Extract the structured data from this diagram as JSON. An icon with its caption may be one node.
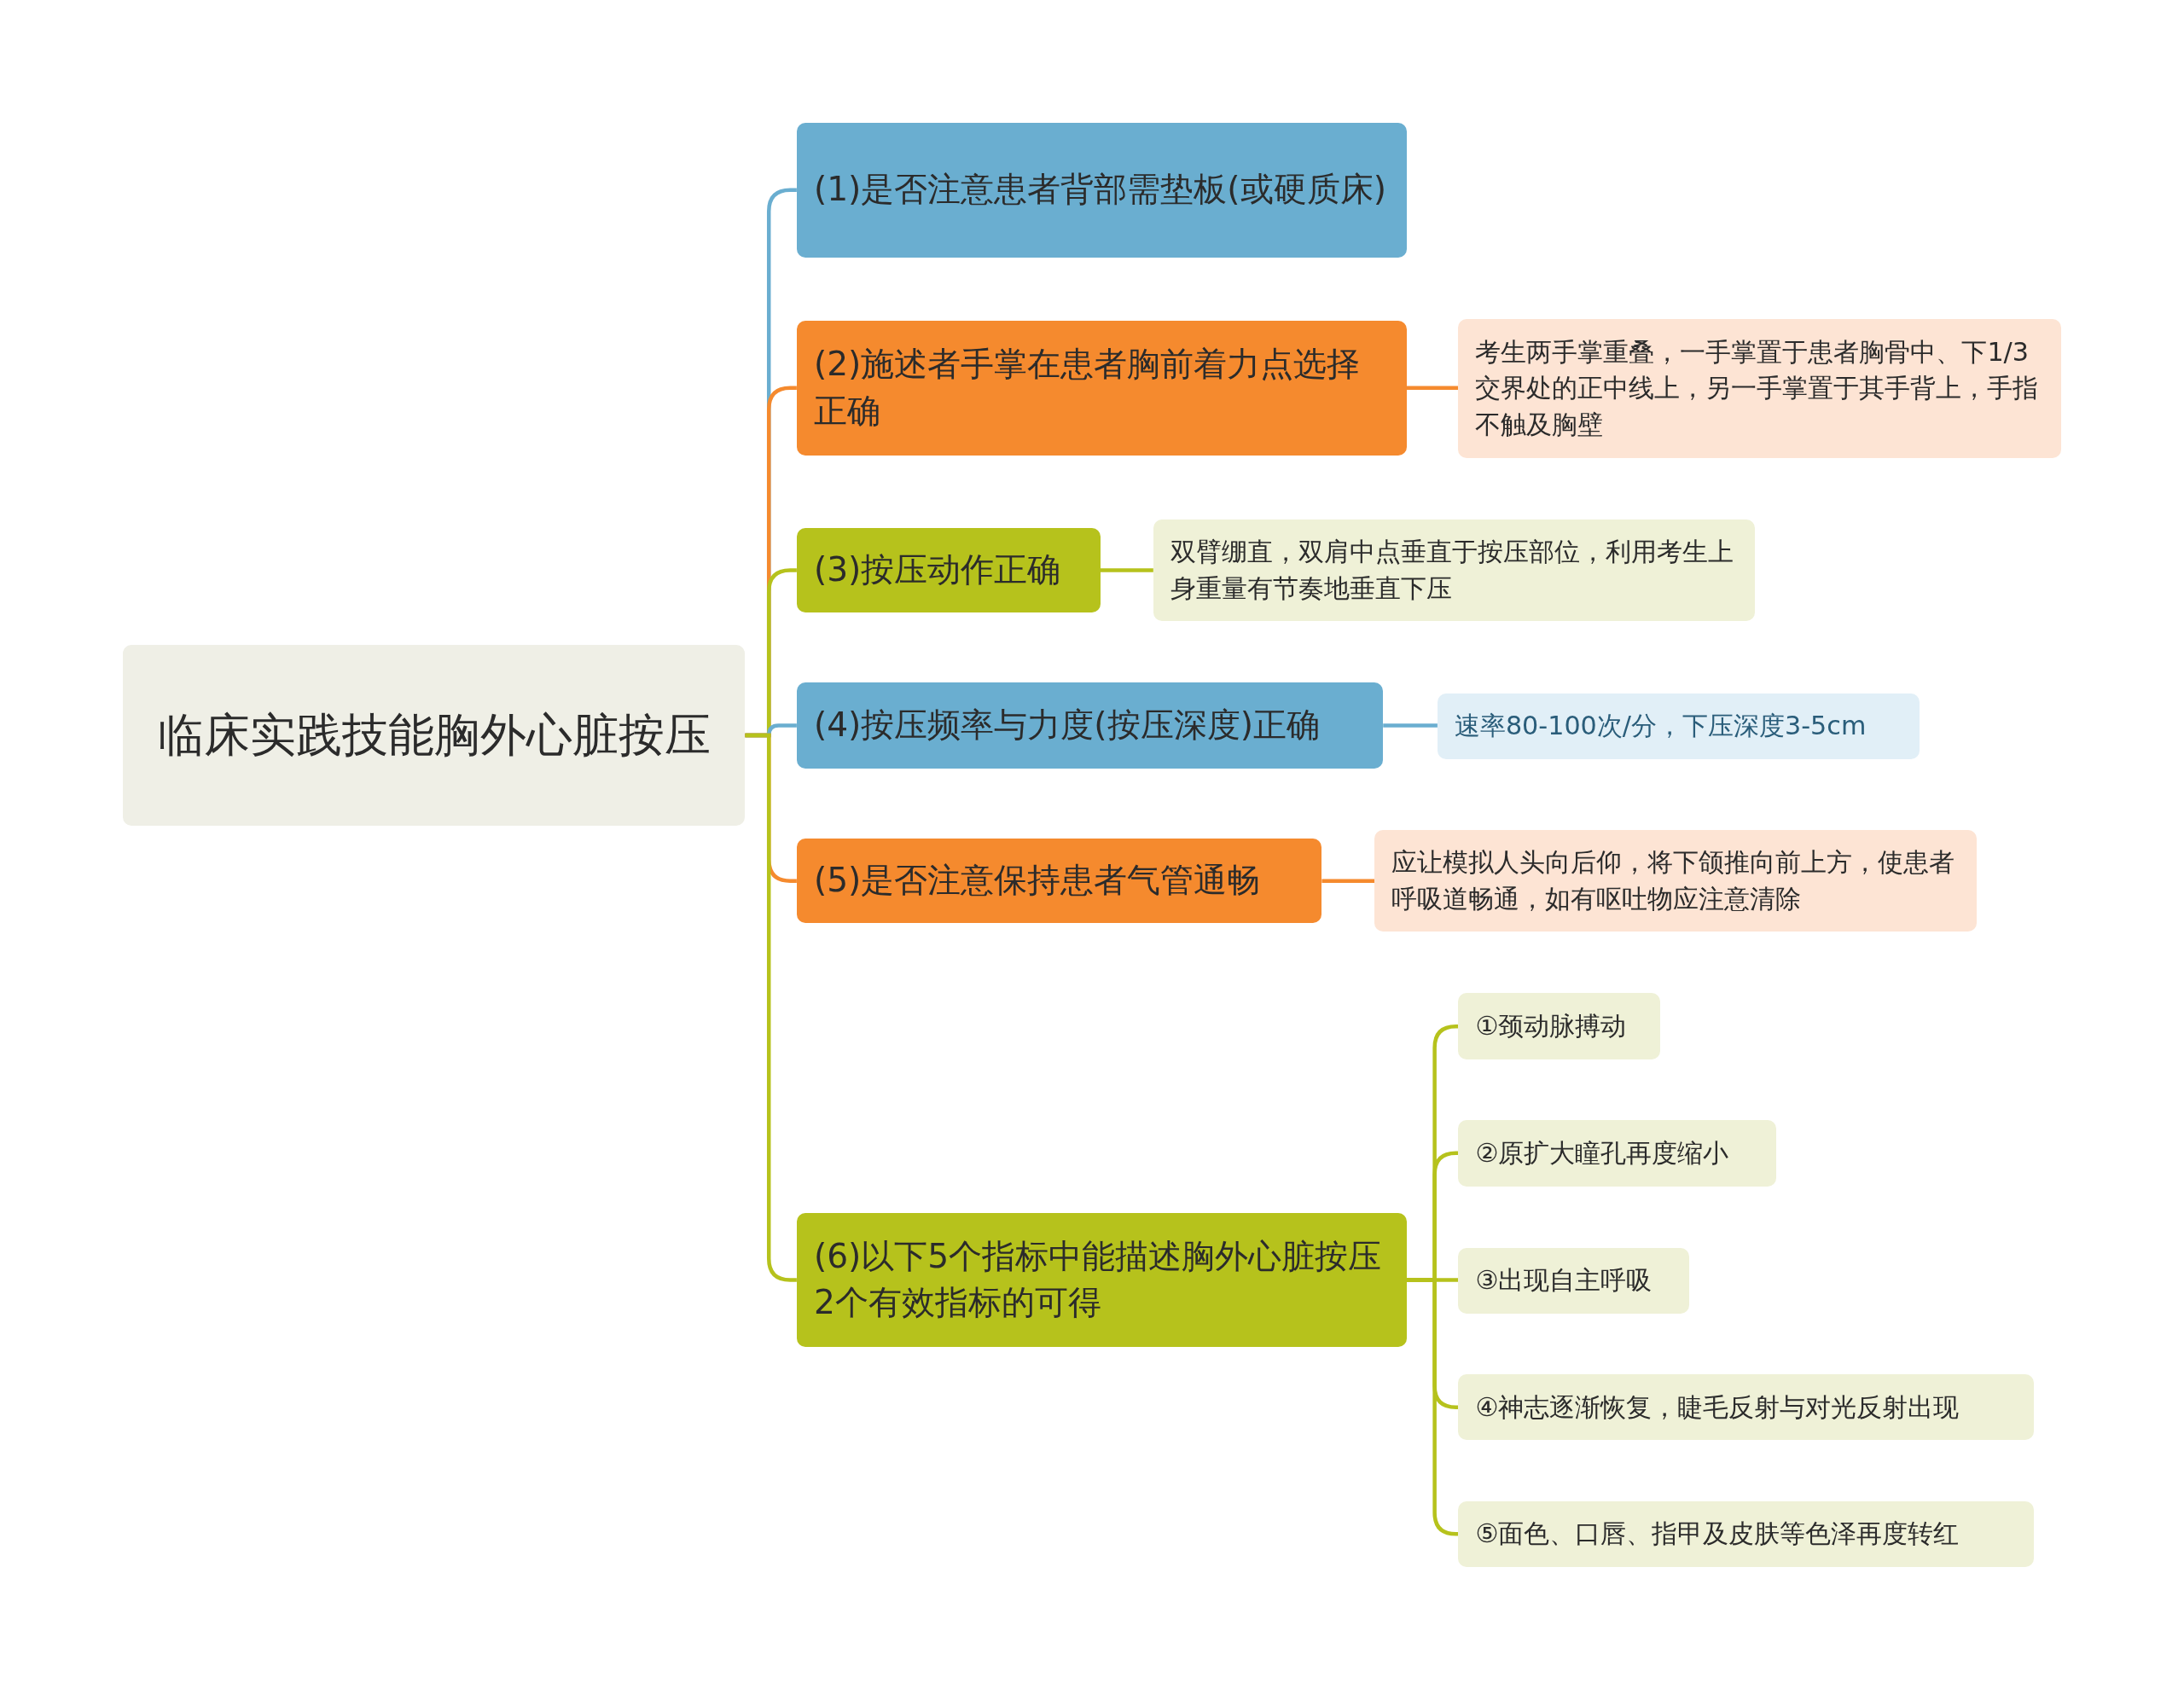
{
  "diagram": {
    "nodes": [
      {
        "text": [
          "临床实践技能胸外心脏按压"
        ]
      },
      {
        "text": [
          "(1)是否注意患者背部需垫板(或硬质床)"
        ]
      },
      {
        "text": [
          "(2)施述者手掌在患者胸前着力点选择正确"
        ]
      },
      {
        "text": [
          "考生两手掌重叠，一手掌置于患者胸骨中、下1/3交界处的正中线上，另一手掌置于其手背上，手指不触及胸壁"
        ]
      },
      {
        "text": [
          "(3)按压动作正确"
        ]
      },
      {
        "text": [
          "双臂绷直，双肩中点垂直于按压部位，利用考生上身重量有节奏地垂直下压"
        ]
      },
      {
        "text": [
          "(4)按压频率与力度(按压深度)正确"
        ]
      },
      {
        "text": [
          "速率80-100次/分，下压深度3-5cm"
        ]
      },
      {
        "text": [
          "(5)是否注意保持患者气管通畅"
        ]
      },
      {
        "text": [
          "应让模拟人头向后仰，将下颌推向前上方，使患者呼吸道畅通，如有呕吐物应注意清除"
        ]
      },
      {
        "text": [
          "(6)以下5个指标中能描述胸外心脏按压2个有效指标的可得"
        ]
      },
      {
        "text": [
          "①颈动脉搏动"
        ]
      },
      {
        "text": [
          "②原扩大瞳孔再度缩小"
        ]
      },
      {
        "text": [
          "③出现自主呼吸"
        ]
      },
      {
        "text": [
          "④神志逐渐恢复，睫毛反射与对光反射出现"
        ]
      },
      {
        "text": [
          "⑤面色、口唇、指甲及皮肤等色泽再度转红"
        ]
      }
    ],
    "edges": [
      {
        "from": 0,
        "to": 1,
        "arrow": "none",
        "color": "#6aaed0"
      },
      {
        "from": 0,
        "to": 2,
        "arrow": "none",
        "color": "#f58a2e"
      },
      {
        "from": 2,
        "to": 3,
        "arrow": "none",
        "color": "#f58a2e"
      },
      {
        "from": 0,
        "to": 4,
        "arrow": "none"
      },
      {
        "from": 4,
        "to": 5,
        "arrow": "none"
      },
      {
        "from": 0,
        "to": 6,
        "arrow": "none",
        "color": "#6aaed0"
      },
      {
        "from": 6,
        "to": 7,
        "arrow": "none",
        "color": "#6aaed0"
      },
      {
        "from": 0,
        "to": 8,
        "arrow": "none",
        "color": "#f58a2e"
      },
      {
        "from": 8,
        "to": 9,
        "arrow": "none",
        "color": "#f58a2e"
      },
      {
        "from": 0,
        "to": 10,
        "arrow": "none"
      },
      {
        "from": 10,
        "to": 11,
        "arrow": "none"
      },
      {
        "from": 10,
        "to": 12,
        "arrow": "none"
      },
      {
        "from": 10,
        "to": 13,
        "arrow": "none"
      },
      {
        "from": 10,
        "to": 14,
        "arrow": "none"
      },
      {
        "from": 10,
        "to": 15,
        "arrow": "none"
      }
    ]
  }
}
